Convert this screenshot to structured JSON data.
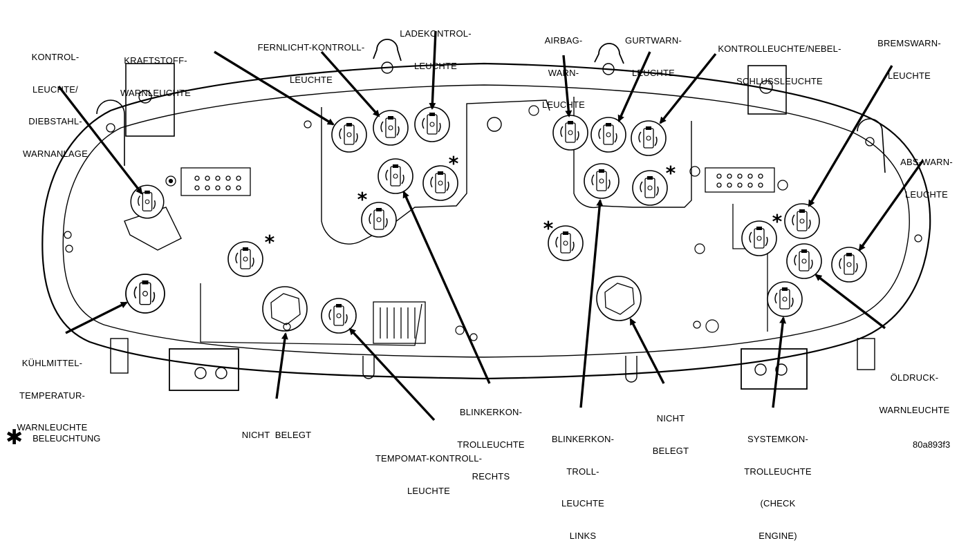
{
  "labels": {
    "kontroll_diebstahl": [
      "KONTROL-",
      "LEUCHTE/",
      "DIEBSTAHL-",
      "WARNANLAGE"
    ],
    "kraftstoff": [
      "KRAFTSTOFF-",
      "WARNLEUCHTE"
    ],
    "fernlicht": [
      "FERNLICHT-KONTROLL-",
      "LEUCHTE"
    ],
    "ladekontroll": [
      "LADEKONTROL-",
      "LEUCHTE"
    ],
    "airbag": [
      "AIRBAG-",
      "WARN-",
      "LEUCHTE"
    ],
    "gurtwarn": [
      "GURTWARN-",
      "LEUCHTE"
    ],
    "nebelschluss": [
      "KONTROLLEUCHTE/NEBEL-",
      "SCHLUSSLEUCHTE"
    ],
    "bremswarn": [
      "BREMSWARN-",
      "LEUCHTE"
    ],
    "abs": [
      "ABS-WARN-",
      "LEUCHTE"
    ],
    "kuehlmittel": [
      "KÜHLMITTEL-",
      "TEMPERATUR-",
      "WARNLEUCHTE"
    ],
    "nicht_belegt_left": [
      "NICHT  BELEGT"
    ],
    "tempomat": [
      "TEMPOMAT-KONTROLL-",
      "LEUCHTE"
    ],
    "blinker_rechts": [
      "BLINKERKON-",
      "TROLLEUCHTE",
      "RECHTS"
    ],
    "blinker_links": [
      "BLINKERKON-",
      "TROLL-",
      "LEUCHTE",
      "LINKS"
    ],
    "nicht_belegt_right": [
      "NICHT",
      "BELEGT"
    ],
    "systemkontroll": [
      "SYSTEMKON-",
      "TROLLEUCHTE",
      "(CHECK",
      "ENGINE)"
    ],
    "oeldruck": [
      "ÖLDRUCK-",
      "WARNLEUCHTE"
    ]
  },
  "legend": {
    "symbol": "✱",
    "text": "BELEUCHTUNG"
  },
  "figure_code": "80a893f3"
}
